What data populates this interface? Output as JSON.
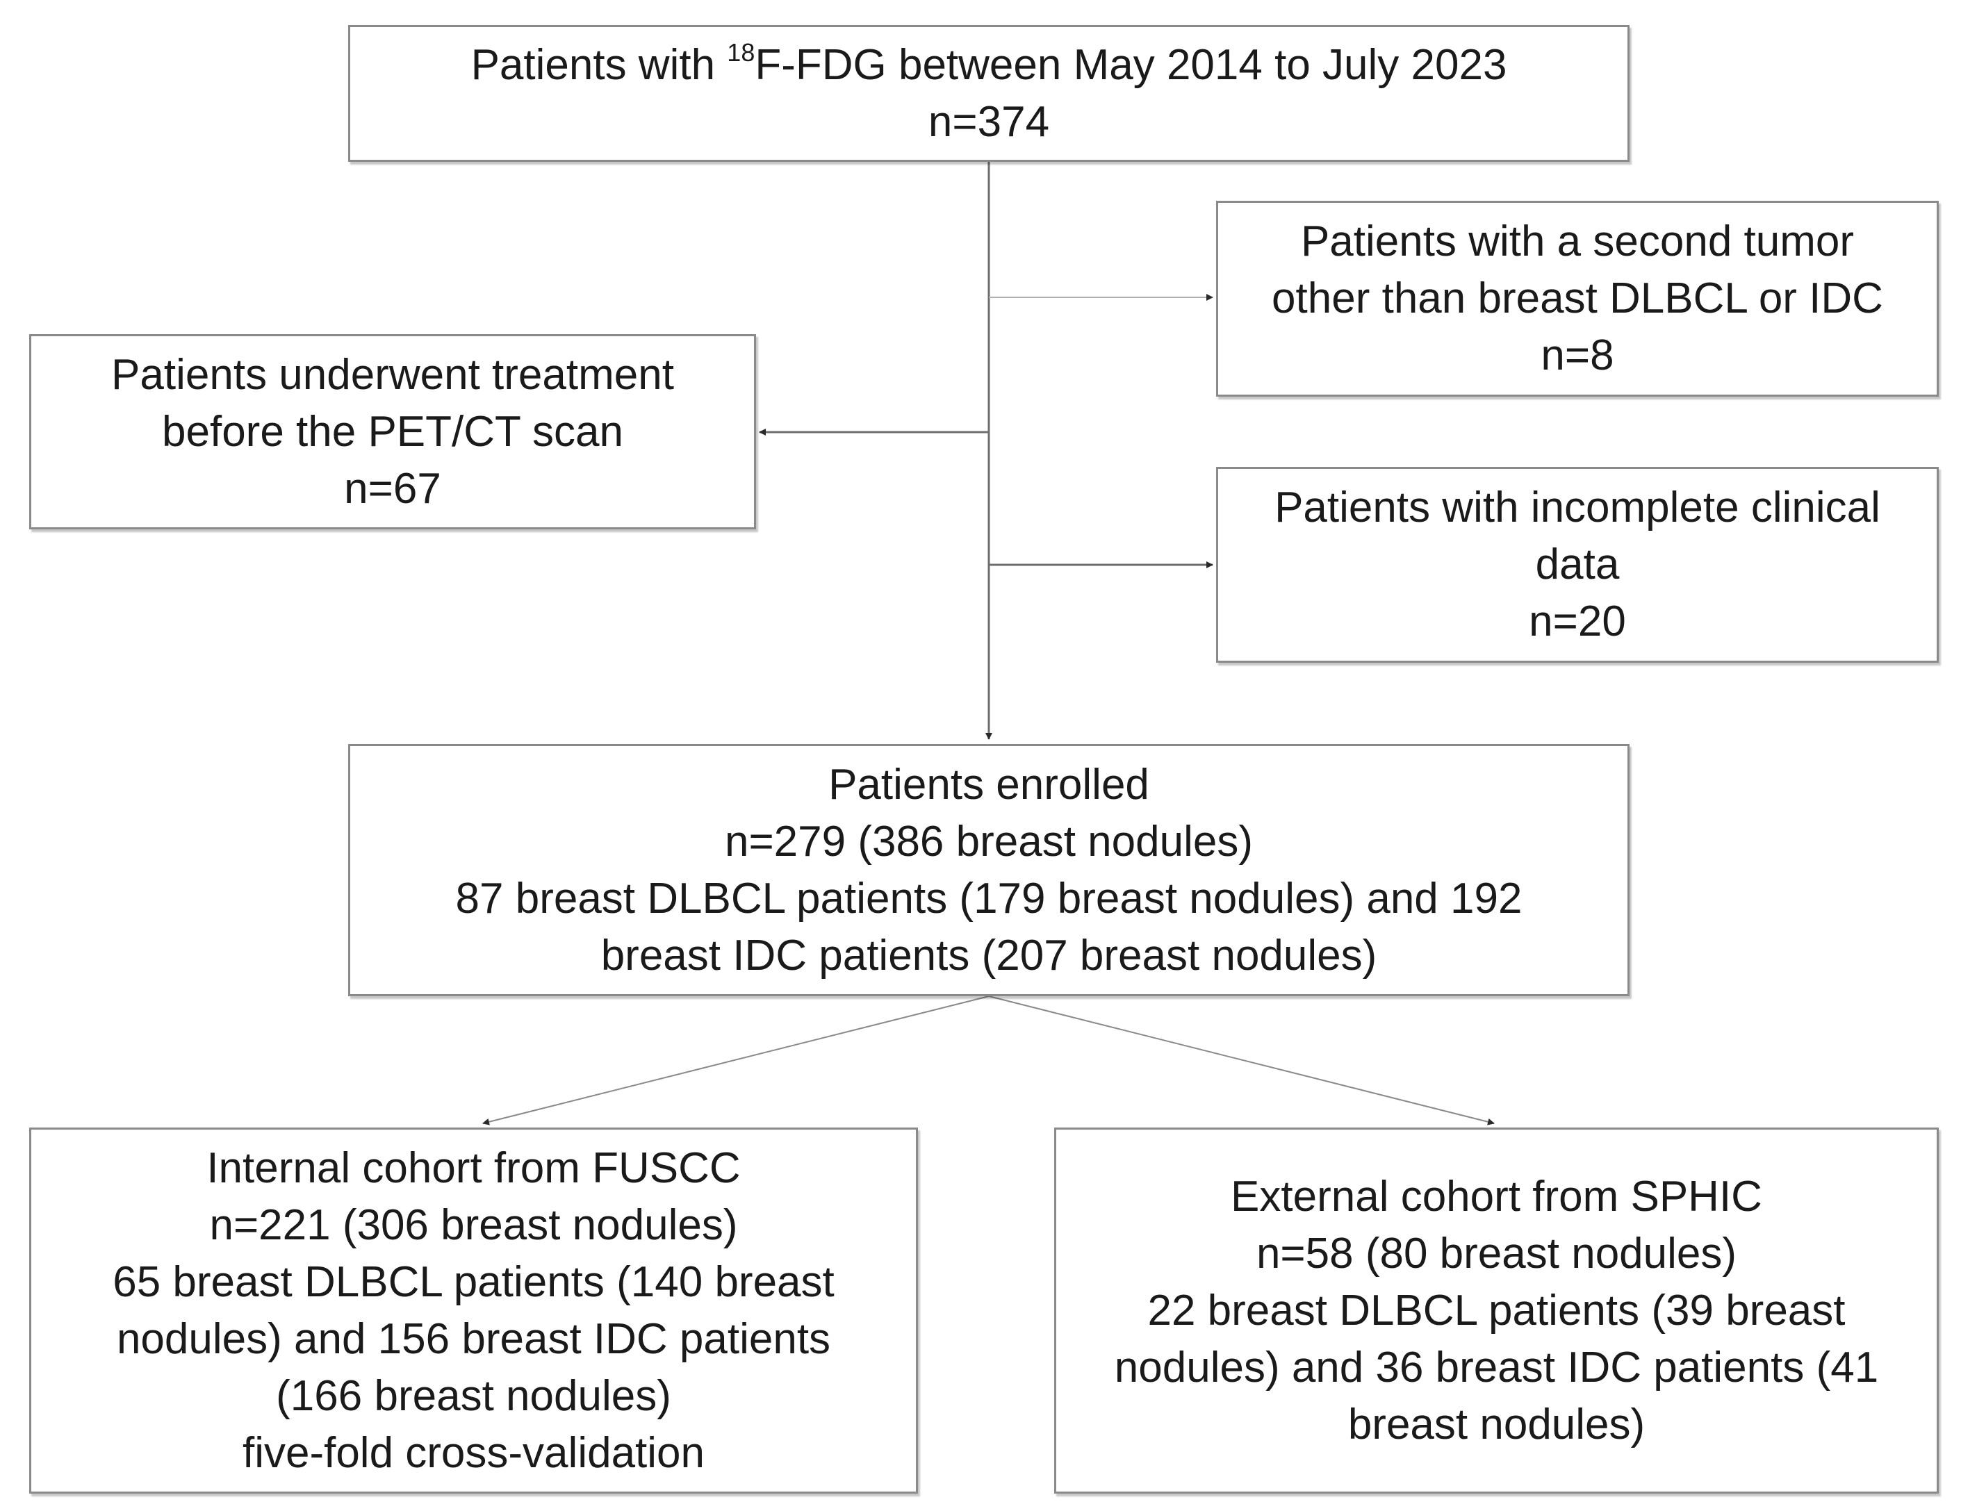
{
  "source": {
    "prefix": "Patients with ",
    "superscript": "18",
    "suffix": "F-FDG between May 2014 to July 2023",
    "count": "n=374"
  },
  "exclusion_second_tumor": {
    "line1": "Patients with a second tumor",
    "line2": "other than breast DLBCL or IDC",
    "count": "n=8"
  },
  "exclusion_treatment": {
    "line1": "Patients underwent treatment",
    "line2": "before the PET/CT scan",
    "count": "n=67"
  },
  "exclusion_incomplete": {
    "line1": "Patients with incomplete clinical",
    "line2": "data",
    "count": "n=20"
  },
  "enrolled": {
    "line1": "Patients enrolled",
    "line2": "n=279 (386 breast nodules)",
    "line3": "87 breast DLBCL patients (179 breast nodules) and 192",
    "line4": "breast IDC patients (207 breast nodules)"
  },
  "internal": {
    "line1": "Internal cohort from FUSCC",
    "line2": "n=221 (306 breast nodules)",
    "line3": "65 breast DLBCL patients (140 breast",
    "line4": "nodules) and 156 breast IDC patients",
    "line5": "(166 breast nodules)",
    "line6": "five-fold cross-validation"
  },
  "external": {
    "line1": "External cohort from SPHIC",
    "line2": "n=58 (80 breast nodules)",
    "line3": "22 breast DLBCL patients (39 breast",
    "line4": "nodules) and 36 breast IDC patients (41",
    "line5": "breast nodules)"
  },
  "colors": {
    "line": "#6e6e6e",
    "border": "#8a8a8a",
    "text": "#1a1a1a"
  }
}
